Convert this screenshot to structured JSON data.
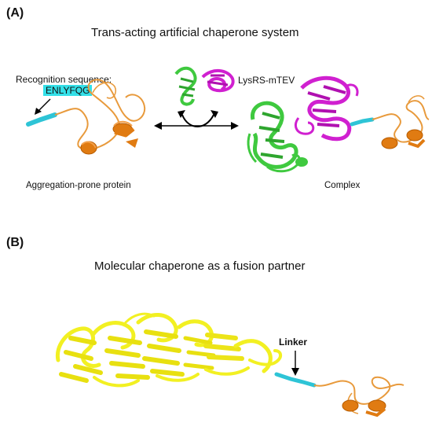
{
  "panel_a": {
    "label": "(A)",
    "title": "Trans-acting artificial chaperone system",
    "recognition_label": "Recognition sequence:",
    "recognition_seq": "ENLYFQG",
    "chaperone_label": "LysRS-mTEV",
    "left_caption": "Aggregation-prone protein",
    "right_caption": "Complex"
  },
  "panel_b": {
    "label": "(B)",
    "title": "Molecular chaperone as a fusion partner",
    "linker_label": "Linker"
  },
  "colors": {
    "cyan": "#2ec4d6",
    "orange": "#e07b12",
    "green": "#3fc93f",
    "magenta": "#d020d0",
    "yellow": "#f2f022"
  }
}
